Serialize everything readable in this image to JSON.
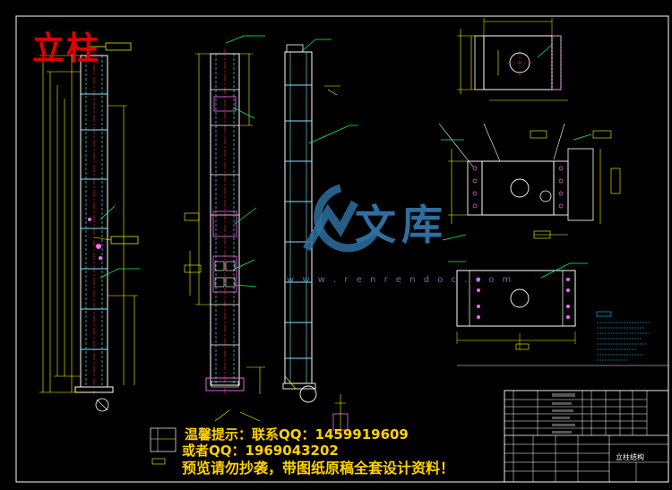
{
  "drawing": {
    "title": "立柱",
    "title_block_name": "立柱结构"
  },
  "watermark": {
    "brand": "文库",
    "url": "w w w . r e n r e n d o c . c o m"
  },
  "notice": {
    "line1": "温馨提示：联系QQ：1459919609",
    "line2": "或者QQ：1969043202",
    "line3": "预览请勿抄袭，带图纸原稿全套设计资料！"
  },
  "colors": {
    "background": "#000000",
    "outline": "#ffffff",
    "hidden_lines": "#7fe8ff",
    "dimensions": "#ffff00",
    "centerlines": "#ff3030",
    "leaders": "#00ff66",
    "hatch": "#ff66ff",
    "title": "#e00000",
    "notice": "#ffd200",
    "watermark": "#2e6fa0"
  }
}
